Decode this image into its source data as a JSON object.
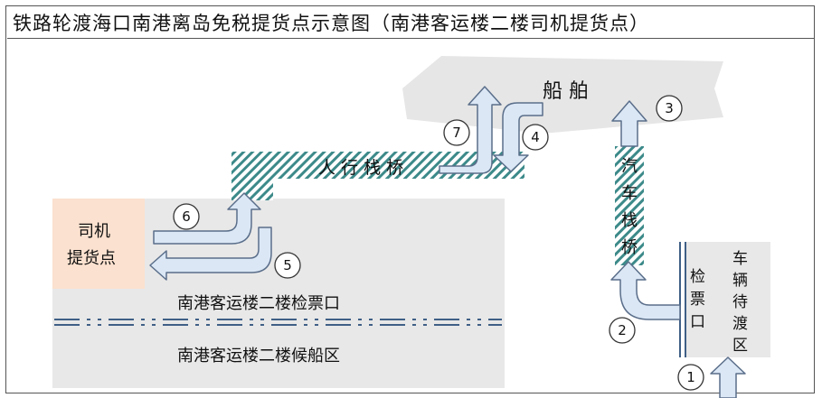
{
  "title": "铁路轮渡海口南港离岛免税提货点示意图（南港客运楼二楼司机提货点）",
  "labels": {
    "ship": "船 舶",
    "pedestrian_bridge": "人 行 栈 桥",
    "vehicle_bridge": [
      "汽",
      "车",
      "栈",
      "桥"
    ],
    "driver_pickup_line1": "司机",
    "driver_pickup_line2": "提货点",
    "check_hall": "南港客运楼二楼检票口",
    "waiting_hall": "南港客运楼二楼候船区",
    "ticket_gate": [
      "检",
      "票",
      "口"
    ],
    "vehicle_waiting": [
      "车",
      "辆",
      "待",
      "渡",
      "区"
    ]
  },
  "steps": [
    "1",
    "2",
    "3",
    "4",
    "5",
    "6",
    "7"
  ],
  "colors": {
    "area_gray": "#e8e8e8",
    "pickup_orange": "#fbe1cf",
    "arrow_fill": "#dbe7f5",
    "arrow_stroke": "#5a6e8a",
    "hatch": "#3d8a8a",
    "divider": "#3f5f86"
  }
}
